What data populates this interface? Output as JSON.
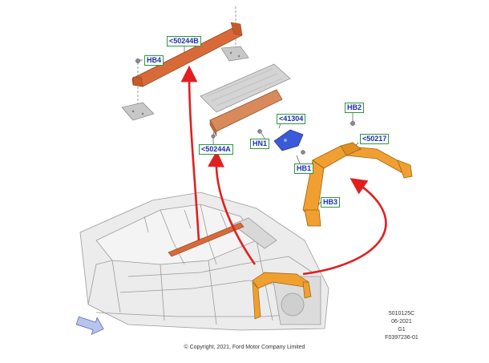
{
  "callouts": {
    "c50244B": "<50244B",
    "hb4": "HB4",
    "c41304": "<41304",
    "hn1": "HN1",
    "hb1": "HB1",
    "hb2": "HB2",
    "c50217": "<50217",
    "hb3": "HB3",
    "c50244A": "<50244A"
  },
  "meta": {
    "code": "5010125C",
    "date": "06-2021",
    "rev": "G1",
    "fig": "F0397236-01"
  },
  "copyright": "© Copyright, 2021, Ford Motor Company Limited",
  "colors": {
    "callout_border": "#2a9a3a",
    "callout_text": "#1a2fb0",
    "arrow_red": "#e02020",
    "roof_bow": "#d86a3a",
    "brace": "#f0a030",
    "bracket": "#3a5ad8",
    "panel_gray": "#c8c8c8"
  }
}
